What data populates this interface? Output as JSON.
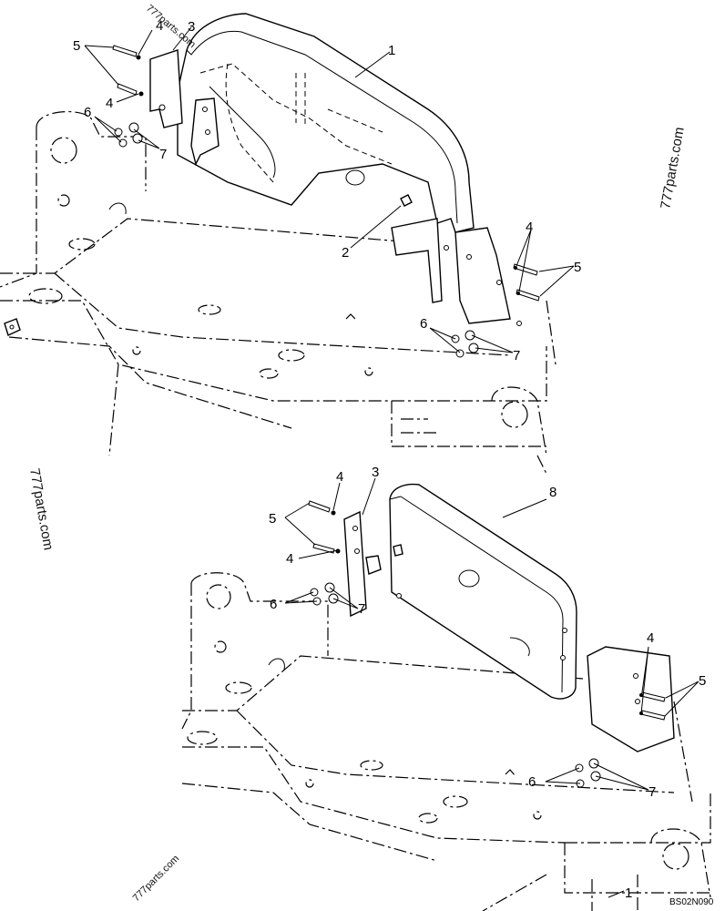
{
  "watermarks": {
    "top_left": "777parts.com",
    "right": "777parts.com",
    "left": "777parts.com",
    "bottom": "777parts.com"
  },
  "drawing_code": "BS02N090",
  "callouts_top": {
    "c1": "1",
    "c2": "2",
    "c3": "3",
    "c4a": "4",
    "c4b": "4",
    "c4c": "4",
    "c5a": "5",
    "c5b": "5",
    "c6a": "6",
    "c6b": "6",
    "c7a": "7",
    "c7b": "7"
  },
  "callouts_bottom": {
    "c1": "1",
    "c3": "3",
    "c8": "8",
    "c4a": "4",
    "c4b": "4",
    "c4c": "4",
    "c5a": "5",
    "c5b": "5",
    "c6a": "6",
    "c6b": "6",
    "c7a": "7",
    "c7b": "7"
  }
}
